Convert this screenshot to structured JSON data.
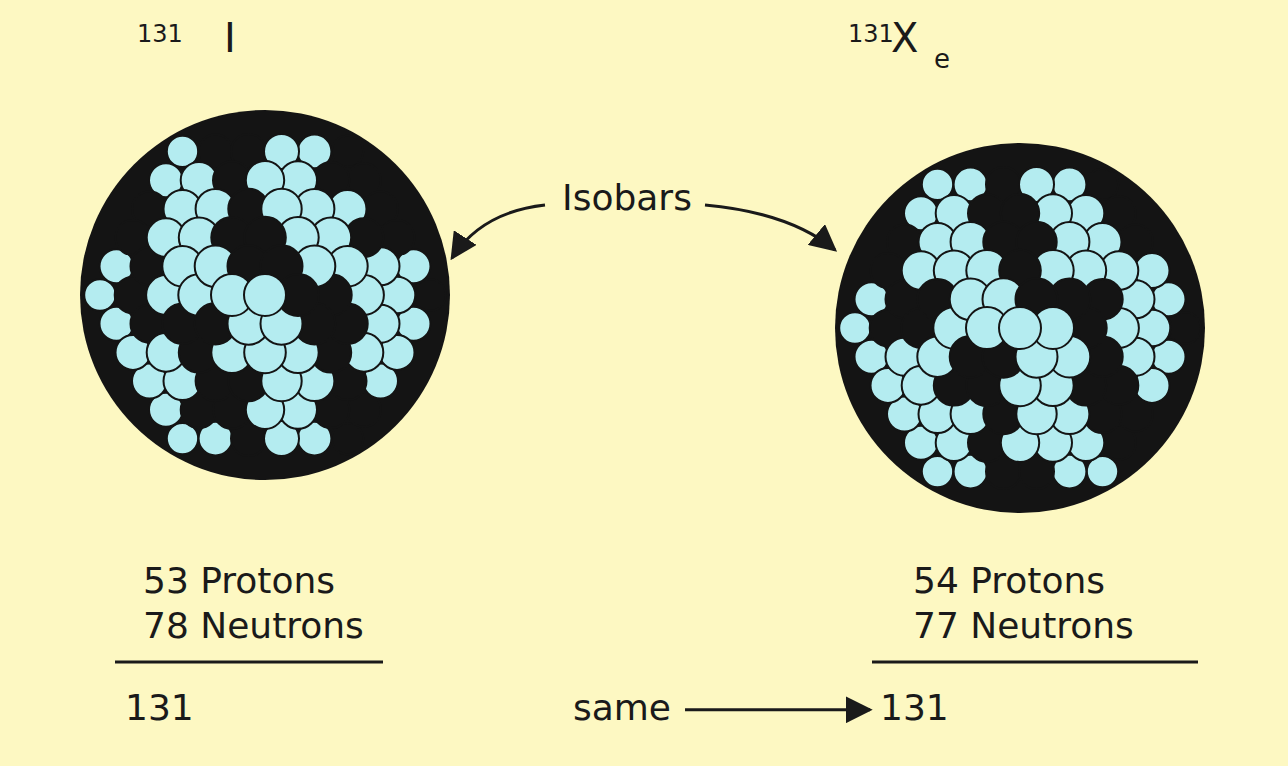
{
  "diagram": {
    "labels": [
      "131",
      "I",
      "131",
      "X",
      "e",
      "Isobars",
      "53 Protons",
      "78 Neutrons",
      "131",
      "same",
      "54 Protons",
      "77 Neutrons",
      "131"
    ]
  }
}
